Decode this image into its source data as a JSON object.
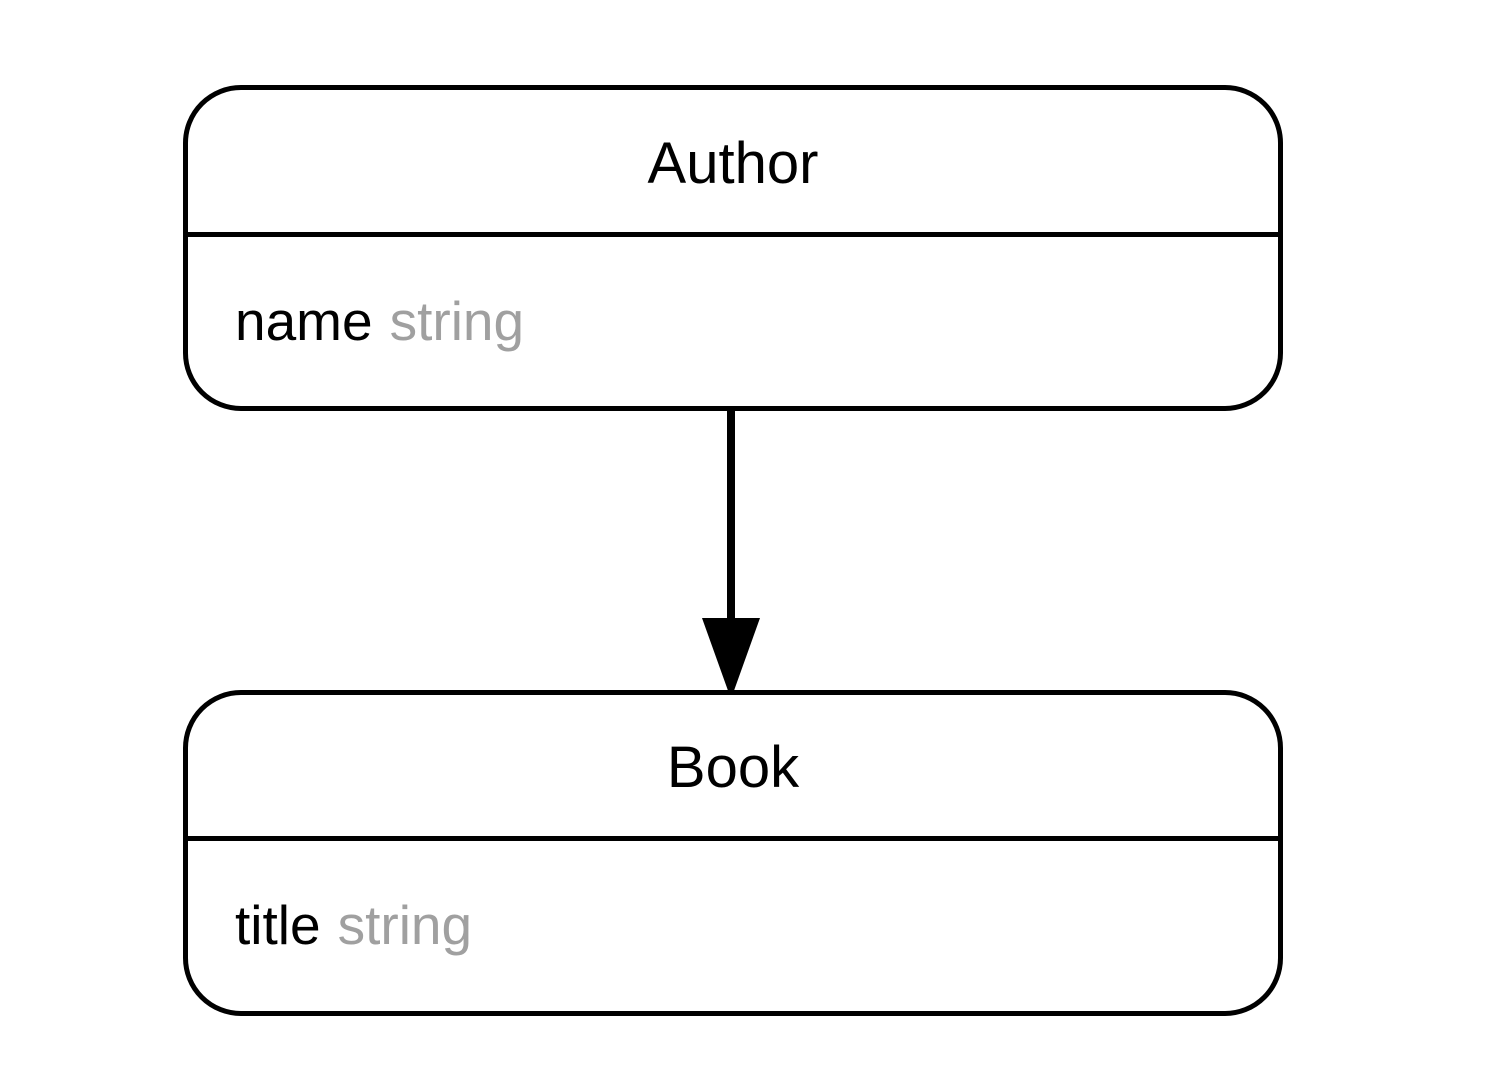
{
  "diagram": {
    "type": "entity-relationship-diagram",
    "background_color": "#ffffff",
    "stroke_color": "#000000",
    "type_text_color": "#a0a0a0",
    "entities": [
      {
        "id": "author",
        "name": "Author",
        "attributes": [
          {
            "name": "name",
            "type": "string"
          }
        ]
      },
      {
        "id": "book",
        "name": "Book",
        "attributes": [
          {
            "name": "title",
            "type": "string"
          }
        ]
      }
    ],
    "edges": [
      {
        "id": "author-to-book",
        "from": "Author",
        "to": "Book",
        "label": "",
        "arrow": "filled-triangle",
        "direction": "down"
      }
    ]
  }
}
